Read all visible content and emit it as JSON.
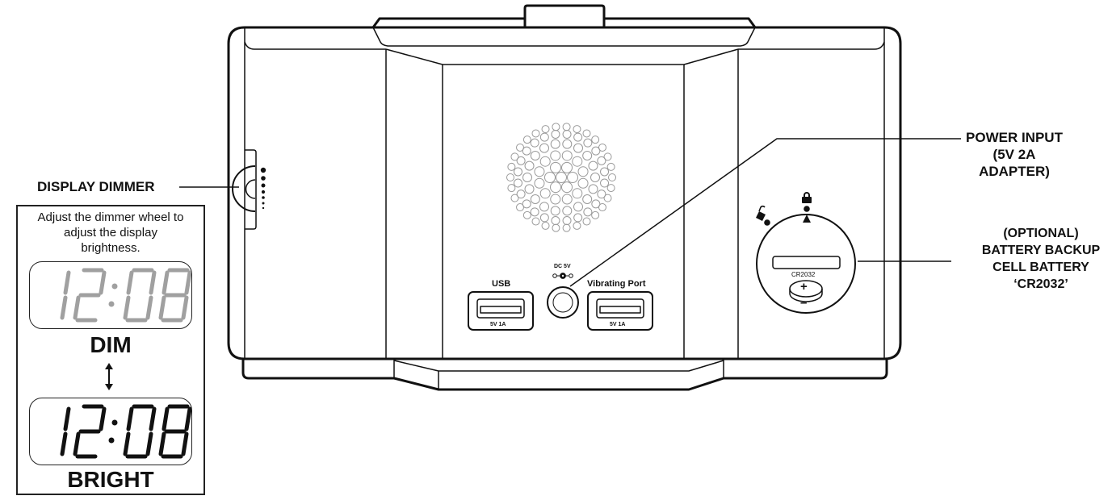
{
  "callouts": {
    "display_dimmer": "DISPLAY DIMMER",
    "power_input": [
      "POWER INPUT",
      "(5V 2A",
      "ADAPTER)"
    ],
    "battery_backup": [
      "(OPTIONAL)",
      "BATTERY BACKUP",
      "CELL BATTERY",
      "‘CR2032’"
    ]
  },
  "dimmer_panel": {
    "description": [
      "Adjust the dimmer wheel to",
      "adjust the display",
      "brightness."
    ],
    "dim_display": {
      "time": "12:08",
      "color": "#a0a0a0"
    },
    "dim_label": "DIM",
    "arrow_icon": "up-down-arrow-icon",
    "bright_display": {
      "time": "12:08",
      "color": "#111111"
    },
    "bright_label": "BRIGHT"
  },
  "ports": {
    "usb": {
      "label": "USB",
      "rating": "5V   1A"
    },
    "dc": {
      "label": "DC 5V",
      "polarity_icon": "dc-polarity-icon"
    },
    "vibrating": {
      "label": "Vibrating Port",
      "rating": "5V   1A"
    }
  },
  "battery_compartment": {
    "cell_type": "CR2032",
    "plus": "+",
    "minus": "–",
    "unlock_icon": "unlock-icon",
    "lock_icon": "lock-icon"
  },
  "colors": {
    "line": "#111111",
    "grille": "#9a9a9a",
    "dim_segment": "#a0a0a0"
  }
}
